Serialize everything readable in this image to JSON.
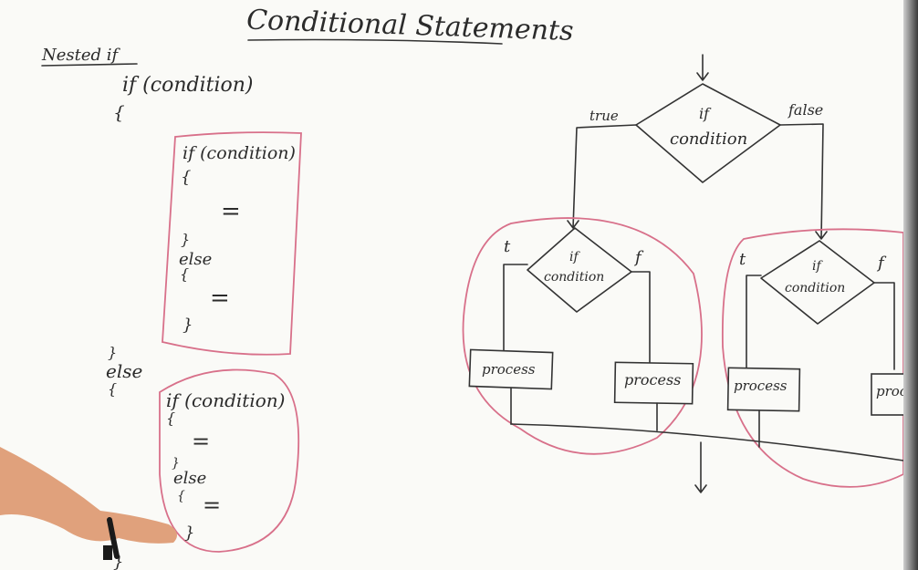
{
  "board": {
    "title": "Conditional Statements",
    "section_heading": "Nested if"
  },
  "code": {
    "outer_if": "if (condition)",
    "open_brace": "{",
    "close_brace": "}",
    "inner_if": "if (condition)",
    "equals": "=",
    "else": "else",
    "else_if": "if (condition)"
  },
  "flowchart": {
    "top_decision": {
      "line1": "if",
      "line2": "condition"
    },
    "true_label": "true",
    "false_label": "false",
    "left_decision": {
      "line1": "if",
      "line2": "condition"
    },
    "right_decision": {
      "line1": "if",
      "line2": "condition"
    },
    "t_label": "t",
    "f_label": "f",
    "process_1": "process",
    "process_2": "process",
    "process_3": "process",
    "process_4": "proce"
  },
  "colors": {
    "ink": "#333333",
    "highlight": "#d8708a",
    "board": "#fafaf7"
  }
}
